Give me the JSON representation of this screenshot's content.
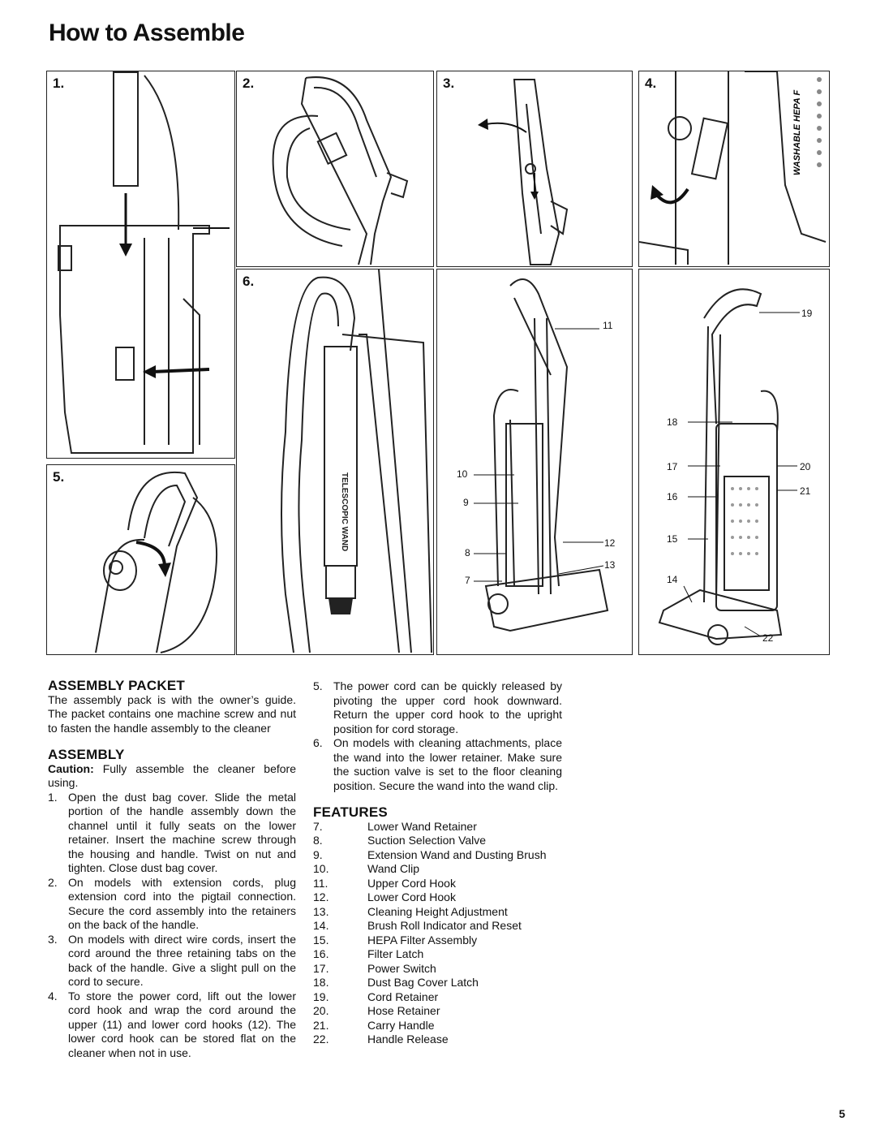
{
  "page": {
    "title": "How to Assemble",
    "page_number": "5"
  },
  "panels": {
    "p1": "1.",
    "p2": "2.",
    "p3": "3.",
    "p4": "4.",
    "p5": "5.",
    "p6": "6.",
    "p4_text": "WASHABLE HEPA F"
  },
  "callouts": {
    "c7": "7",
    "c8": "8",
    "c9": "9",
    "c10": "10",
    "c11": "11",
    "c12": "12",
    "c13": "13",
    "c14": "14",
    "c15": "15",
    "c16": "16",
    "c17": "17",
    "c18": "18",
    "c19": "19",
    "c20": "20",
    "c21": "21",
    "c22": "22"
  },
  "assembly_packet": {
    "heading": "ASSEMBLY PACKET",
    "text": "The assembly pack is with the owner’s guide. The packet contains one machine screw and nut to fasten the handle assembly to the cleaner"
  },
  "assembly": {
    "heading": "ASSEMBLY",
    "caution_label": "Caution:",
    "caution_text": "Fully assemble the cleaner before using.",
    "steps": [
      {
        "n": "1.",
        "text": "Open the dust bag cover. Slide the metal portion of the handle assembly down the channel until it fully seats on the lower retainer. Insert the machine screw through the housing and handle. Twist on nut and tighten. Close dust bag cover."
      },
      {
        "n": "2.",
        "text": "On models with extension cords, plug extension cord into the pigtail connection. Secure the cord assembly into the retainers on the back of the handle."
      },
      {
        "n": "3.",
        "text": "On models with direct wire cords, insert the cord around the three retaining tabs on the back of the handle. Give a slight pull on the cord to secure."
      },
      {
        "n": "4.",
        "text": "To store the power cord, lift out the lower cord hook and wrap the cord around the upper (11) and lower cord hooks (12). The lower cord hook can be stored flat on the cleaner when not in use."
      },
      {
        "n": "5.",
        "text": "The power cord can be quickly released by pivoting the upper cord hook downward. Return the upper cord hook to the upright position for cord storage."
      },
      {
        "n": "6.",
        "text": "On models with cleaning attachments, place the wand into the lower retainer. Make sure the suction valve is set to the floor cleaning position. Secure the wand into the wand clip."
      }
    ]
  },
  "features": {
    "heading": "FEATURES",
    "items": [
      {
        "n": "7.",
        "label": "Lower Wand Retainer"
      },
      {
        "n": "8.",
        "label": "Suction Selection Valve"
      },
      {
        "n": "9.",
        "label": "Extension Wand and Dusting Brush"
      },
      {
        "n": "10.",
        "label": "Wand Clip"
      },
      {
        "n": "11.",
        "label": "Upper Cord Hook"
      },
      {
        "n": "12.",
        "label": "Lower Cord Hook"
      },
      {
        "n": "13.",
        "label": "Cleaning Height Adjustment"
      },
      {
        "n": "14.",
        "label": "Brush Roll Indicator and Reset"
      },
      {
        "n": "15.",
        "label": "HEPA Filter Assembly"
      },
      {
        "n": "16.",
        "label": "Filter Latch"
      },
      {
        "n": "17.",
        "label": "Power Switch"
      },
      {
        "n": "18.",
        "label": "Dust Bag Cover Latch"
      },
      {
        "n": "19.",
        "label": "Cord Retainer"
      },
      {
        "n": "20.",
        "label": "Hose Retainer"
      },
      {
        "n": "21.",
        "label": "Carry Handle"
      },
      {
        "n": "22.",
        "label": "Handle Release"
      }
    ]
  }
}
